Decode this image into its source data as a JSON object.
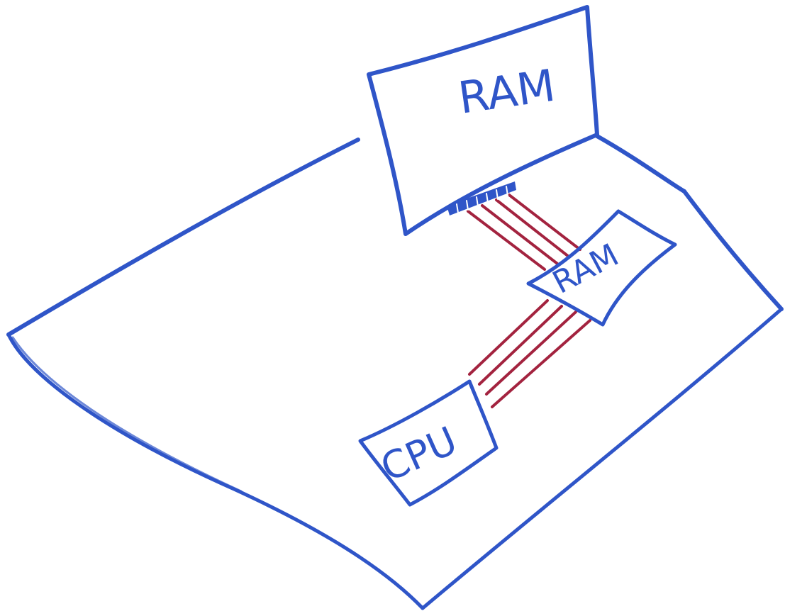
{
  "diagram": {
    "labels": {
      "ram_module": "RAM",
      "ram_chip": "RAM",
      "cpu": "CPU"
    },
    "colors": {
      "ink_blue": "#2f55c8",
      "ink_red": "#a3233f",
      "background": "#ffffff"
    }
  }
}
